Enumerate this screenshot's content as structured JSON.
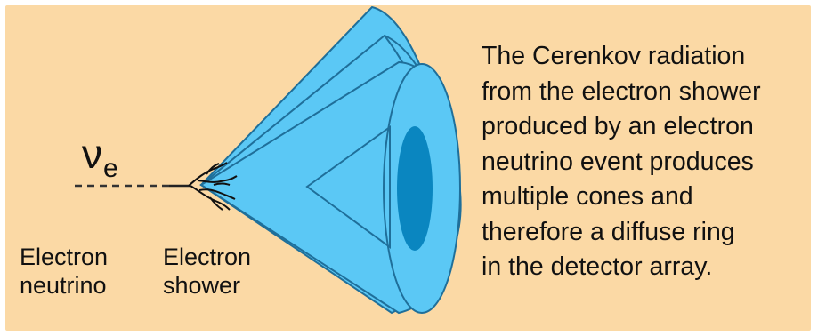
{
  "diagram": {
    "symbol": {
      "letter": "ν",
      "subscript": "e"
    },
    "labels": {
      "neutrino": "Electron\nneutrino",
      "shower": "Electron\nshower"
    },
    "description": "The Cerenkov radiation\nfrom the electron shower\nproduced by an electron\nneutrino event produces\nmultiple cones and\ntherefore a diffuse ring\nin the detector array.",
    "colors": {
      "background": "#fbd9a5",
      "cone_fill": "#5bc8f5",
      "cone_outline": "#1f6f9a",
      "ring_core": "#0a86c0",
      "line": "#222222"
    }
  }
}
